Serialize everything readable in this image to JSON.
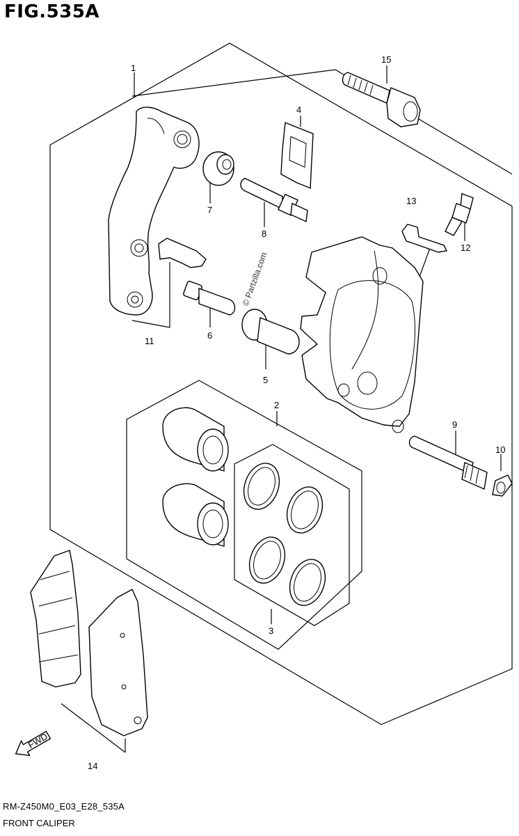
{
  "figure": {
    "title": "FIG.535A"
  },
  "watermark": "© Partzilla.com",
  "fwd_label": "FWD",
  "footer": {
    "code": "RM-Z450M0_E03_E28_535A",
    "name": "FRONT CALIPER"
  },
  "callouts": [
    "1",
    "2",
    "3",
    "4",
    "5",
    "6",
    "7",
    "8",
    "9",
    "10",
    "11",
    "12",
    "13",
    "14",
    "15"
  ]
}
